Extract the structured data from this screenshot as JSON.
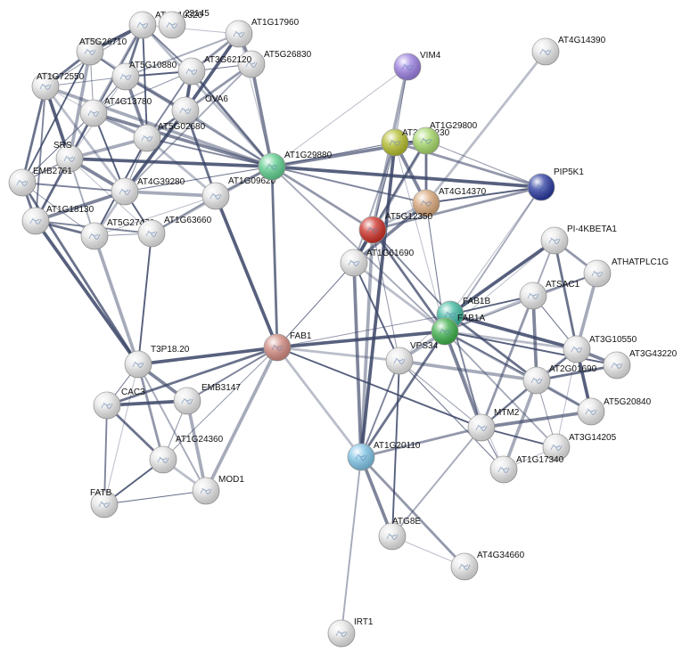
{
  "diagram": {
    "style": {
      "edge_color": "#3a4466",
      "background": "#ffffff",
      "node_default_color": "#e6e6e6"
    },
    "nodes": [
      {
        "id": "AT4G10320",
        "label": "AT4G10320",
        "color": "#e6e6e6"
      },
      {
        "id": "23145",
        "label": "23145",
        "color": "#e6e6e6"
      },
      {
        "id": "AT1G17960",
        "label": "AT1G17960",
        "color": "#e6e6e6"
      },
      {
        "id": "AT5G26710",
        "label": "AT5G26710",
        "color": "#e6e6e6"
      },
      {
        "id": "AT5G26830",
        "label": "AT5G26830",
        "color": "#e6e6e6"
      },
      {
        "id": "AT1G72550",
        "label": "AT1G72550",
        "color": "#e6e6e6"
      },
      {
        "id": "AT5G10880",
        "label": "AT5G10880",
        "color": "#e6e6e6"
      },
      {
        "id": "AT3G62120",
        "label": "AT3G62120",
        "color": "#e6e6e6"
      },
      {
        "id": "AT4G13780",
        "label": "AT4G13780",
        "color": "#e6e6e6"
      },
      {
        "id": "OVA6",
        "label": "OVA6",
        "color": "#e6e6e6"
      },
      {
        "id": "AT5G02680",
        "label": "AT5G02680",
        "color": "#e6e6e6"
      },
      {
        "id": "SRS",
        "label": "SRS",
        "color": "#e6e6e6"
      },
      {
        "id": "EMB2761",
        "label": "EMB2761",
        "color": "#e6e6e6"
      },
      {
        "id": "AT4G39280",
        "label": "AT4G39280",
        "color": "#e6e6e6"
      },
      {
        "id": "AT1G09620",
        "label": "AT1G09620",
        "color": "#e6e6e6"
      },
      {
        "id": "AT1G18130",
        "label": "AT1G18130",
        "color": "#e6e6e6"
      },
      {
        "id": "AT5G27470",
        "label": "AT5G27470",
        "color": "#e6e6e6"
      },
      {
        "id": "AT1G63660",
        "label": "AT1G63660",
        "color": "#e6e6e6"
      },
      {
        "id": "AT1G29880",
        "label": "AT1G29880",
        "color": "#5fcf8f"
      },
      {
        "id": "VIM4",
        "label": "VIM4",
        "color": "#9b7fe0"
      },
      {
        "id": "AT4G14390",
        "label": "AT4G14390",
        "color": "#e6e6e6"
      },
      {
        "id": "AT3G43230",
        "label": "AT3G43230",
        "color": "#b4bd2d"
      },
      {
        "id": "AT1G29800",
        "label": "AT1G29800",
        "color": "#a6d86a"
      },
      {
        "id": "AT4G14370",
        "label": "AT4G14370",
        "color": "#d9a77a"
      },
      {
        "id": "PIP5K1",
        "label": "PIP5K1",
        "color": "#2a3aa0"
      },
      {
        "id": "AT5G12350",
        "label": "AT5G12350",
        "color": "#cc2f25"
      },
      {
        "id": "AT1G61690",
        "label": "AT1G61690",
        "color": "#e6e6e6"
      },
      {
        "id": "PI-4KBETA1",
        "label": "PI-4KBETA1",
        "color": "#e6e6e6"
      },
      {
        "id": "ATHATPLC1G",
        "label": "ATHATPLC1G",
        "color": "#e6e6e6"
      },
      {
        "id": "ATSAC1",
        "label": "ATSAC1",
        "color": "#e6e6e6"
      },
      {
        "id": "FAB1B",
        "label": "FAB1B",
        "color": "#3fb8a0"
      },
      {
        "id": "FAB1A",
        "label": "FAB1A",
        "color": "#3db04a"
      },
      {
        "id": "VPS34",
        "label": "VPS34",
        "color": "#e6e6e6"
      },
      {
        "id": "FAB1",
        "label": "FAB1",
        "color": "#d18a80"
      },
      {
        "id": "AT3G10550",
        "label": "AT3G10550",
        "color": "#e6e6e6"
      },
      {
        "id": "AT3G43220",
        "label": "AT3G43220",
        "color": "#e6e6e6"
      },
      {
        "id": "AT2G01690",
        "label": "AT2G01690",
        "color": "#e6e6e6"
      },
      {
        "id": "T3P18.20",
        "label": "T3P18.20",
        "color": "#e6e6e6"
      },
      {
        "id": "CAC3",
        "label": "CAC3",
        "color": "#e6e6e6"
      },
      {
        "id": "EMB3147",
        "label": "EMB3147",
        "color": "#e6e6e6"
      },
      {
        "id": "MTM2",
        "label": "MTM2",
        "color": "#e6e6e6"
      },
      {
        "id": "AT5G20840",
        "label": "AT5G20840",
        "color": "#e6e6e6"
      },
      {
        "id": "AT3G14205",
        "label": "AT3G14205",
        "color": "#e6e6e6"
      },
      {
        "id": "AT1G17340",
        "label": "AT1G17340",
        "color": "#e6e6e6"
      },
      {
        "id": "AT1G24360",
        "label": "AT1G24360",
        "color": "#e6e6e6"
      },
      {
        "id": "AT1G20110",
        "label": "AT1G20110",
        "color": "#7ec3e6"
      },
      {
        "id": "MOD1",
        "label": "MOD1",
        "color": "#e6e6e6"
      },
      {
        "id": "FATB",
        "label": "FATB",
        "color": "#e6e6e6"
      },
      {
        "id": "ATG8E",
        "label": "ATG8E",
        "color": "#e6e6e6"
      },
      {
        "id": "AT4G34660",
        "label": "AT4G34660",
        "color": "#e6e6e6"
      },
      {
        "id": "IRT1",
        "label": "IRT1",
        "color": "#e6e6e6"
      }
    ],
    "edges": [
      [
        "AT4G10320",
        "AT1G17960"
      ],
      [
        "AT4G10320",
        "AT5G26710"
      ],
      [
        "AT4G10320",
        "AT5G10880"
      ],
      [
        "AT4G10320",
        "AT3G62120"
      ],
      [
        "AT4G10320",
        "AT1G72550"
      ],
      [
        "AT4G10320",
        "AT4G13780"
      ],
      [
        "AT4G10320",
        "AT1G29880"
      ],
      [
        "AT4G10320",
        "AT5G02680"
      ],
      [
        "AT4G10320",
        "SRS"
      ],
      [
        "AT1G17960",
        "AT5G26830"
      ],
      [
        "AT1G17960",
        "AT3G62120"
      ],
      [
        "AT1G17960",
        "AT5G10880"
      ],
      [
        "AT1G17960",
        "AT1G29880"
      ],
      [
        "AT1G17960",
        "OVA6"
      ],
      [
        "AT5G26710",
        "AT1G72550"
      ],
      [
        "AT5G26710",
        "AT5G10880"
      ],
      [
        "AT5G26710",
        "AT4G13780"
      ],
      [
        "AT5G26710",
        "SRS"
      ],
      [
        "AT5G26710",
        "AT1G29880"
      ],
      [
        "AT5G26710",
        "EMB2761"
      ],
      [
        "AT5G26830",
        "AT3G62120"
      ],
      [
        "AT5G26830",
        "AT1G29880"
      ],
      [
        "AT5G26830",
        "AT5G02680"
      ],
      [
        "AT5G26830",
        "AT4G39280"
      ],
      [
        "AT1G72550",
        "AT4G13780"
      ],
      [
        "AT1G72550",
        "SRS"
      ],
      [
        "AT1G72550",
        "EMB2761"
      ],
      [
        "AT1G72550",
        "AT1G18130"
      ],
      [
        "AT1G72550",
        "AT5G10880"
      ],
      [
        "AT1G72550",
        "AT1G29880"
      ],
      [
        "AT1G72550",
        "AT4G39280"
      ],
      [
        "AT5G10880",
        "AT3G62120"
      ],
      [
        "AT5G10880",
        "AT4G13780"
      ],
      [
        "AT5G10880",
        "AT5G02680"
      ],
      [
        "AT5G10880",
        "OVA6"
      ],
      [
        "AT5G10880",
        "AT1G29880"
      ],
      [
        "AT5G10880",
        "SRS"
      ],
      [
        "AT3G62120",
        "OVA6"
      ],
      [
        "AT3G62120",
        "AT1G29880"
      ],
      [
        "AT3G62120",
        "AT5G02680"
      ],
      [
        "AT3G62120",
        "AT4G13780"
      ],
      [
        "AT4G13780",
        "AT5G02680"
      ],
      [
        "AT4G13780",
        "SRS"
      ],
      [
        "AT4G13780",
        "AT4G39280"
      ],
      [
        "AT4G13780",
        "EMB2761"
      ],
      [
        "AT4G13780",
        "AT1G29880"
      ],
      [
        "AT4G13780",
        "AT1G18130"
      ],
      [
        "OVA6",
        "AT5G02680"
      ],
      [
        "OVA6",
        "AT1G29880"
      ],
      [
        "OVA6",
        "AT4G39280"
      ],
      [
        "OVA6",
        "AT1G09620"
      ],
      [
        "AT5G02680",
        "AT1G29880"
      ],
      [
        "AT5G02680",
        "AT4G39280"
      ],
      [
        "AT5G02680",
        "SRS"
      ],
      [
        "AT5G02680",
        "AT1G09620"
      ],
      [
        "AT5G02680",
        "AT5G27470"
      ],
      [
        "SRS",
        "EMB2761"
      ],
      [
        "SRS",
        "AT4G39280"
      ],
      [
        "SRS",
        "AT1G18130"
      ],
      [
        "SRS",
        "AT5G27470"
      ],
      [
        "SRS",
        "AT1G63660"
      ],
      [
        "SRS",
        "AT1G29880"
      ],
      [
        "EMB2761",
        "AT1G18130"
      ],
      [
        "EMB2761",
        "AT4G39280"
      ],
      [
        "EMB2761",
        "AT5G27470"
      ],
      [
        "AT4G39280",
        "AT1G09620"
      ],
      [
        "AT4G39280",
        "AT5G27470"
      ],
      [
        "AT4G39280",
        "AT1G63660"
      ],
      [
        "AT4G39280",
        "AT1G29880"
      ],
      [
        "AT4G39280",
        "AT1G18130"
      ],
      [
        "AT1G09620",
        "AT1G29880"
      ],
      [
        "AT1G09620",
        "AT1G63660"
      ],
      [
        "AT1G09620",
        "AT5G27470"
      ],
      [
        "AT1G09620",
        "FAB1"
      ],
      [
        "AT1G18130",
        "AT5G27470"
      ],
      [
        "AT1G18130",
        "AT1G63660"
      ],
      [
        "AT5G27470",
        "AT1G63660"
      ],
      [
        "AT5G27470",
        "T3P18.20"
      ],
      [
        "AT1G63660",
        "AT1G29880"
      ],
      [
        "AT1G63660",
        "T3P18.20"
      ],
      [
        "AT1G29880",
        "AT3G43230"
      ],
      [
        "AT1G29880",
        "AT1G29800"
      ],
      [
        "AT1G29880",
        "AT5G12350"
      ],
      [
        "AT1G29880",
        "FAB1A"
      ],
      [
        "AT1G29880",
        "VIM4"
      ],
      [
        "AT1G29880",
        "PIP5K1"
      ],
      [
        "AT1G29880",
        "FAB1"
      ],
      [
        "AT1G29880",
        "AT4G14370"
      ],
      [
        "VIM4",
        "AT3G43230"
      ],
      [
        "VIM4",
        "AT5G12350"
      ],
      [
        "AT4G14390",
        "AT4G14370"
      ],
      [
        "AT3G43230",
        "AT1G29800"
      ],
      [
        "AT3G43230",
        "AT5G12350"
      ],
      [
        "AT3G43230",
        "AT4G14370"
      ],
      [
        "AT3G43230",
        "PIP5K1"
      ],
      [
        "AT3G43230",
        "AT1G61690"
      ],
      [
        "AT3G43230",
        "FAB1A"
      ],
      [
        "AT3G43230",
        "AT1G20110"
      ],
      [
        "AT1G29800",
        "AT4G14370"
      ],
      [
        "AT1G29800",
        "AT5G12350"
      ],
      [
        "AT1G29800",
        "PIP5K1"
      ],
      [
        "AT1G29800",
        "AT1G61690"
      ],
      [
        "AT4G14370",
        "AT5G12350"
      ],
      [
        "AT4G14370",
        "PIP5K1"
      ],
      [
        "AT4G14370",
        "FAB1A"
      ],
      [
        "AT4G14370",
        "AT1G61690"
      ],
      [
        "PIP5K1",
        "AT5G12350"
      ],
      [
        "PIP5K1",
        "FAB1A"
      ],
      [
        "PIP5K1",
        "FAB1B"
      ],
      [
        "AT5G12350",
        "AT1G61690"
      ],
      [
        "AT5G12350",
        "FAB1A"
      ],
      [
        "AT5G12350",
        "FAB1B"
      ],
      [
        "AT5G12350",
        "VPS34"
      ],
      [
        "AT5G12350",
        "AT1G20110"
      ],
      [
        "AT1G61690",
        "FAB1A"
      ],
      [
        "AT1G61690",
        "VPS34"
      ],
      [
        "AT1G61690",
        "FAB1"
      ],
      [
        "AT1G61690",
        "AT1G20110"
      ],
      [
        "PI-4KBETA1",
        "ATHATPLC1G"
      ],
      [
        "PI-4KBETA1",
        "ATSAC1"
      ],
      [
        "PI-4KBETA1",
        "FAB1A"
      ],
      [
        "PI-4KBETA1",
        "FAB1B"
      ],
      [
        "PI-4KBETA1",
        "AT3G10550"
      ],
      [
        "ATHATPLC1G",
        "ATSAC1"
      ],
      [
        "ATHATPLC1G",
        "FAB1A"
      ],
      [
        "ATHATPLC1G",
        "AT3G10550"
      ],
      [
        "ATSAC1",
        "FAB1A"
      ],
      [
        "ATSAC1",
        "FAB1B"
      ],
      [
        "ATSAC1",
        "AT3G10550"
      ],
      [
        "ATSAC1",
        "AT2G01690"
      ],
      [
        "ATSAC1",
        "MTM2"
      ],
      [
        "FAB1B",
        "FAB1A"
      ],
      [
        "FAB1B",
        "VPS34"
      ],
      [
        "FAB1B",
        "AT3G10550"
      ],
      [
        "FAB1B",
        "AT2G01690"
      ],
      [
        "FAB1B",
        "MTM2"
      ],
      [
        "FAB1B",
        "FAB1"
      ],
      [
        "FAB1A",
        "VPS34"
      ],
      [
        "FAB1A",
        "AT3G10550"
      ],
      [
        "FAB1A",
        "AT3G43220"
      ],
      [
        "FAB1A",
        "AT2G01690"
      ],
      [
        "FAB1A",
        "MTM2"
      ],
      [
        "FAB1A",
        "AT5G20840"
      ],
      [
        "FAB1A",
        "AT3G14205"
      ],
      [
        "FAB1A",
        "AT1G17340"
      ],
      [
        "FAB1A",
        "FAB1"
      ],
      [
        "FAB1A",
        "AT1G20110"
      ],
      [
        "VPS34",
        "AT1G20110"
      ],
      [
        "VPS34",
        "MTM2"
      ],
      [
        "VPS34",
        "AT2G01690"
      ],
      [
        "VPS34",
        "FAB1"
      ],
      [
        "VPS34",
        "ATG8E"
      ],
      [
        "VPS34",
        "AT1G17340"
      ],
      [
        "AT3G10550",
        "AT3G43220"
      ],
      [
        "AT3G10550",
        "AT2G01690"
      ],
      [
        "AT3G10550",
        "MTM2"
      ],
      [
        "AT3G10550",
        "AT3G14205"
      ],
      [
        "AT3G10550",
        "AT5G20840"
      ],
      [
        "AT3G43220",
        "AT2G01690"
      ],
      [
        "AT2G01690",
        "MTM2"
      ],
      [
        "AT2G01690",
        "AT3G14205"
      ],
      [
        "AT2G01690",
        "AT1G17340"
      ],
      [
        "AT2G01690",
        "AT5G20840"
      ],
      [
        "MTM2",
        "AT3G14205"
      ],
      [
        "MTM2",
        "AT1G17340"
      ],
      [
        "MTM2",
        "AT5G20840"
      ],
      [
        "MTM2",
        "AT1G20110"
      ],
      [
        "MTM2",
        "ATG8E"
      ],
      [
        "AT3G14205",
        "AT1G17340"
      ],
      [
        "FAB1",
        "T3P18.20"
      ],
      [
        "FAB1",
        "CAC3"
      ],
      [
        "FAB1",
        "EMB3147"
      ],
      [
        "FAB1",
        "AT1G24360"
      ],
      [
        "FAB1",
        "MOD1"
      ],
      [
        "FAB1",
        "AT1G20110"
      ],
      [
        "FAB1",
        "MTM2"
      ],
      [
        "T3P18.20",
        "CAC3"
      ],
      [
        "T3P18.20",
        "EMB3147"
      ],
      [
        "T3P18.20",
        "AT1G24360"
      ],
      [
        "T3P18.20",
        "MOD1"
      ],
      [
        "T3P18.20",
        "FATB"
      ],
      [
        "CAC3",
        "EMB3147"
      ],
      [
        "CAC3",
        "AT1G24360"
      ],
      [
        "CAC3",
        "FATB"
      ],
      [
        "EMB3147",
        "AT1G24360"
      ],
      [
        "EMB3147",
        "MOD1"
      ],
      [
        "AT1G24360",
        "MOD1"
      ],
      [
        "AT1G24360",
        "FATB"
      ],
      [
        "MOD1",
        "FATB"
      ],
      [
        "AT1G20110",
        "ATG8E"
      ],
      [
        "AT1G20110",
        "AT4G34660"
      ],
      [
        "AT1G20110",
        "IRT1"
      ],
      [
        "ATG8E",
        "AT4G34660"
      ],
      [
        "AT1G18130",
        "T3P18.20"
      ],
      [
        "EMB2761",
        "T3P18.20"
      ]
    ]
  }
}
